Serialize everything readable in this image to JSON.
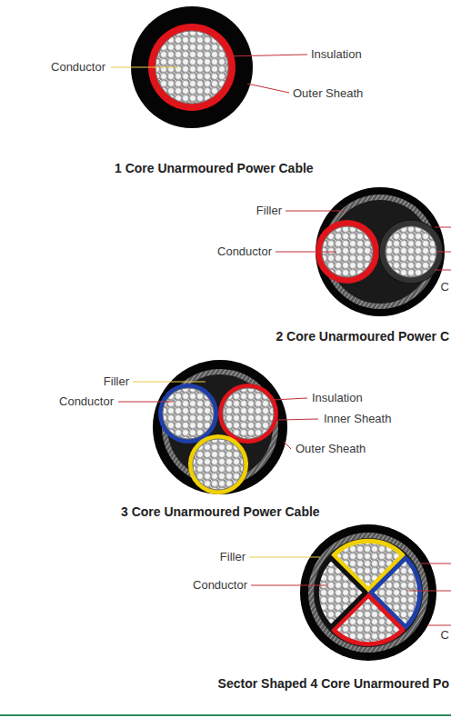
{
  "diagram": {
    "labels": [
      "Conductor",
      "Insulation",
      "Outer Sheath",
      "1 Core Unarmoured Power Cable",
      "Filler",
      "Conductor",
      "C",
      "2 Core Unarmoured Power C",
      "Filler",
      "Conductor",
      "Insulation",
      "Inner Sheath",
      "Outer Sheath",
      "3 Core Unarmoured Power Cable",
      "Filler",
      "Conductor",
      "C",
      "Sector Shaped 4 Core Unarmoured Po"
    ]
  }
}
